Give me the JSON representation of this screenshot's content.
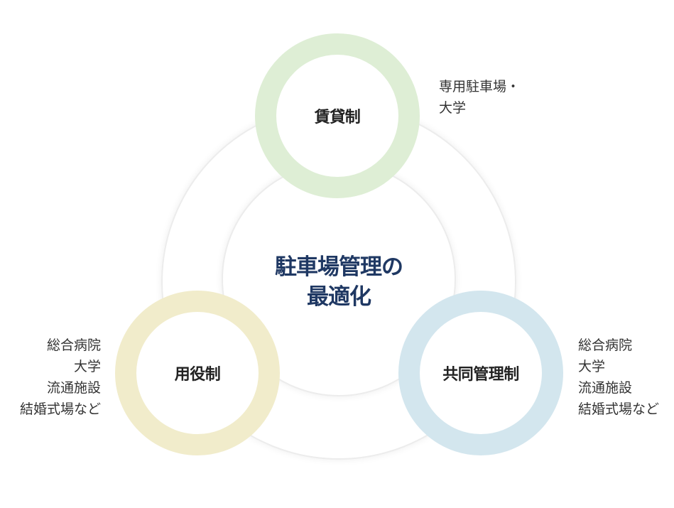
{
  "center": {
    "line1": "駐車場管理の",
    "line2": "最適化"
  },
  "nodes": [
    {
      "label": "賃貸制",
      "color": "#deeed5"
    },
    {
      "label": "用役制",
      "color": "#f1eccb"
    },
    {
      "label": "共同管理制",
      "color": "#d3e6ee"
    }
  ],
  "notes": {
    "top": [
      "専用駐車場・",
      "大学"
    ],
    "left": [
      "総合病院",
      "大学",
      "流通施設",
      "結婚式場など"
    ],
    "right": [
      "総合病院",
      "大学",
      "流通施設",
      "結婚式場など"
    ]
  }
}
